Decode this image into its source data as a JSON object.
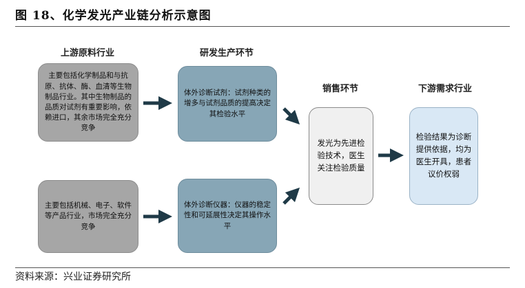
{
  "figure": {
    "title": "图 18、化学发光产业链分析示意图",
    "source": "资料来源：兴业证券研究所"
  },
  "columns": {
    "upstream": "上游原料行业",
    "rnd": "研发生产环节",
    "sales": "销售环节",
    "downstream": "下游需求行业"
  },
  "boxes": {
    "upstream_chem": "主要包括化学制品和与抗原、抗体、酶、血清等生物制品行业。其中生物制品的品质对试剂有重要影响，依赖进口，其余市场完全充分竞争",
    "upstream_mech": "主要包括机械、电子、软件等产品行业，市场完全充分竞争",
    "reagent": "体外诊断试剂：试剂种类的增多与试剂品质的提高决定其检验水平",
    "instrument": "体外诊断仪器：仪器的稳定性和可延展性决定其操作水平",
    "sales": "发光为先进检验技术，医生关注检验质量",
    "downstream": "检验结果为诊断提供依据，均为医生开具，患者议价权弱"
  }
}
